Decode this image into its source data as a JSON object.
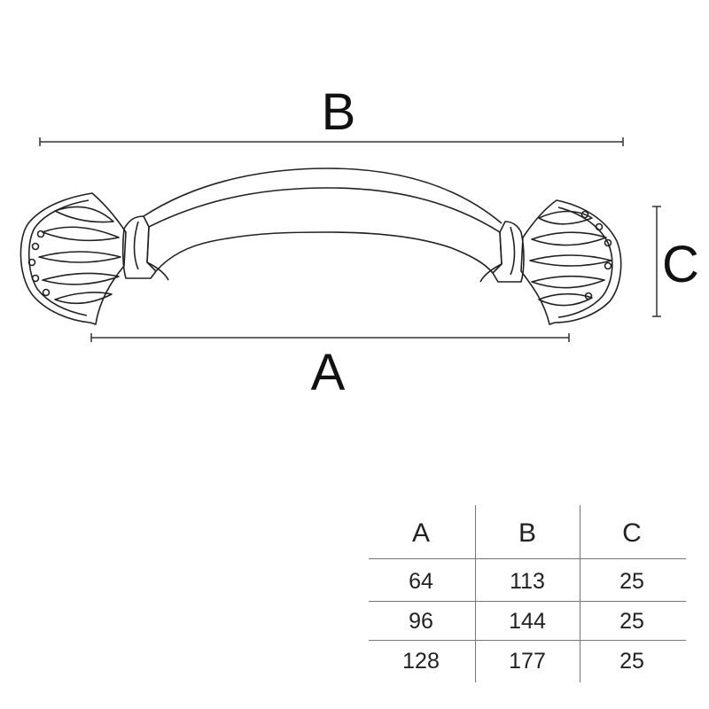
{
  "labels": {
    "a": "A",
    "b": "B",
    "c": "C"
  },
  "icons": {
    "drawing": "handle-icon"
  },
  "table": {
    "headers": [
      "A",
      "B",
      "C"
    ],
    "rows": [
      [
        "64",
        "113",
        "25"
      ],
      [
        "96",
        "144",
        "25"
      ],
      [
        "128",
        "177",
        "25"
      ]
    ]
  }
}
